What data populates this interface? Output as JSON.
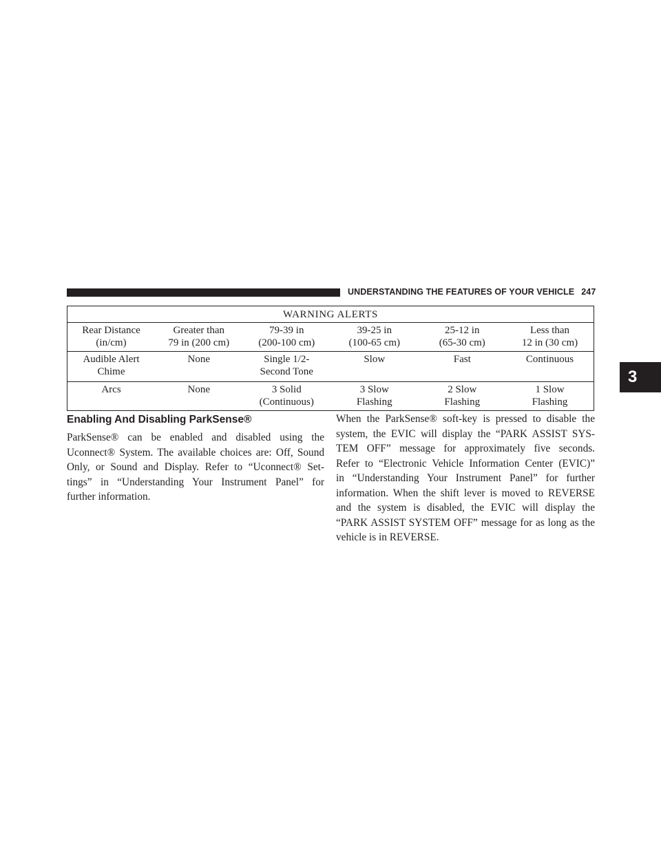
{
  "header": {
    "section": "UNDERSTANDING THE FEATURES OF YOUR VEHICLE",
    "page_number": "247"
  },
  "chapter_tab": "3",
  "table": {
    "caption": "WARNING ALERTS",
    "rows": [
      [
        [
          "Rear Distance",
          "(in/cm)"
        ],
        [
          "Greater than",
          "79 in (200 cm)"
        ],
        [
          "79-39 in",
          "(200-100 cm)"
        ],
        [
          "39-25 in",
          "(100-65 cm)"
        ],
        [
          "25-12 in",
          "(65-30 cm)"
        ],
        [
          "Less than",
          "12 in (30 cm)"
        ]
      ],
      [
        [
          "Audible Alert",
          "Chime"
        ],
        [
          "None"
        ],
        [
          "Single 1/2-",
          "Second Tone"
        ],
        [
          "Slow"
        ],
        [
          "Fast"
        ],
        [
          "Continuous"
        ]
      ],
      [
        [
          "Arcs"
        ],
        [
          "None"
        ],
        [
          "3 Solid",
          "(Continuous)"
        ],
        [
          "3 Slow",
          "Flashing"
        ],
        [
          "2 Slow",
          "Flashing"
        ],
        [
          "1 Slow",
          "Flashing"
        ]
      ]
    ]
  },
  "section_title": "Enabling And Disabling ParkSense®",
  "left_paragraph": [
    "ParkSense® can be enabled and disabled using the",
    "Uconnect® System. The available choices are: Off, Sound",
    "Only, or Sound and Display. Refer to “Uconnect® Set-",
    "tings” in “Understanding Your Instrument Panel” for",
    "further information."
  ],
  "right_paragraph": [
    "When the ParkSense® soft-key is pressed to disable the",
    "system, the EVIC will display the “PARK ASSIST SYS-",
    "TEM OFF” message for approximately five seconds.",
    "Refer to “Electronic Vehicle Information Center (EVIC)”",
    "in “Understanding Your Instrument Panel” for further",
    "information. When the shift lever is moved to REVERSE",
    "and the system is disabled, the EVIC will display the",
    "“PARK ASSIST SYSTEM OFF” message for as long as the",
    "vehicle is in REVERSE."
  ]
}
